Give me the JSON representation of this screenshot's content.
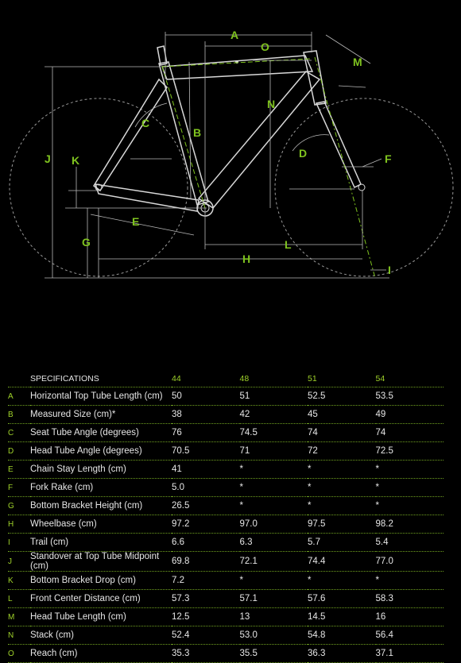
{
  "diagram": {
    "colors": {
      "frame": "#d8d8d8",
      "dim": "#b8b8b8",
      "green": "#7fc31f",
      "wheel": "#9a9a9a"
    },
    "labels": [
      "A",
      "B",
      "C",
      "D",
      "E",
      "F",
      "G",
      "H",
      "I",
      "J",
      "K",
      "L",
      "M",
      "N",
      "O"
    ]
  },
  "table": {
    "header": {
      "title": "SPECIFICATIONS",
      "sizes": [
        "44",
        "48",
        "51",
        "54"
      ]
    },
    "rows": [
      {
        "letter": "A",
        "name": "Horizontal Top Tube Length (cm)",
        "values": [
          "50",
          "51",
          "52.5",
          "53.5"
        ]
      },
      {
        "letter": "B",
        "name": "Measured Size (cm)*",
        "values": [
          "38",
          "42",
          "45",
          "49"
        ]
      },
      {
        "letter": "C",
        "name": "Seat Tube Angle (degrees)",
        "values": [
          "76",
          "74.5",
          "74",
          "74"
        ]
      },
      {
        "letter": "D",
        "name": "Head Tube Angle (degrees)",
        "values": [
          "70.5",
          "71",
          "72",
          "72.5"
        ]
      },
      {
        "letter": "E",
        "name": "Chain Stay Length (cm)",
        "values": [
          "41",
          "*",
          "*",
          "*"
        ]
      },
      {
        "letter": "F",
        "name": "Fork Rake (cm)",
        "values": [
          "5.0",
          "*",
          "*",
          "*"
        ]
      },
      {
        "letter": "G",
        "name": "Bottom Bracket Height (cm)",
        "values": [
          "26.5",
          "*",
          "*",
          "*"
        ]
      },
      {
        "letter": "H",
        "name": "Wheelbase (cm)",
        "values": [
          "97.2",
          "97.0",
          "97.5",
          "98.2"
        ]
      },
      {
        "letter": "I",
        "name": "Trail (cm)",
        "values": [
          "6.6",
          "6.3",
          "5.7",
          "5.4"
        ]
      },
      {
        "letter": "J",
        "name": "Standover at Top Tube Midpoint (cm)",
        "values": [
          "69.8",
          "72.1",
          "74.4",
          "77.0"
        ]
      },
      {
        "letter": "K",
        "name": "Bottom Bracket Drop (cm)",
        "values": [
          "7.2",
          "*",
          "*",
          "*"
        ]
      },
      {
        "letter": "L",
        "name": "Front Center Distance (cm)",
        "values": [
          "57.3",
          "57.1",
          "57.6",
          "58.3"
        ]
      },
      {
        "letter": "M",
        "name": "Head Tube Length (cm)",
        "values": [
          "12.5",
          "13",
          "14.5",
          "16"
        ]
      },
      {
        "letter": "N",
        "name": "Stack (cm)",
        "values": [
          "52.4",
          "53.0",
          "54.8",
          "56.4"
        ]
      },
      {
        "letter": "O",
        "name": "Reach (cm)",
        "values": [
          "35.3",
          "35.5",
          "36.3",
          "37.1"
        ]
      }
    ]
  }
}
